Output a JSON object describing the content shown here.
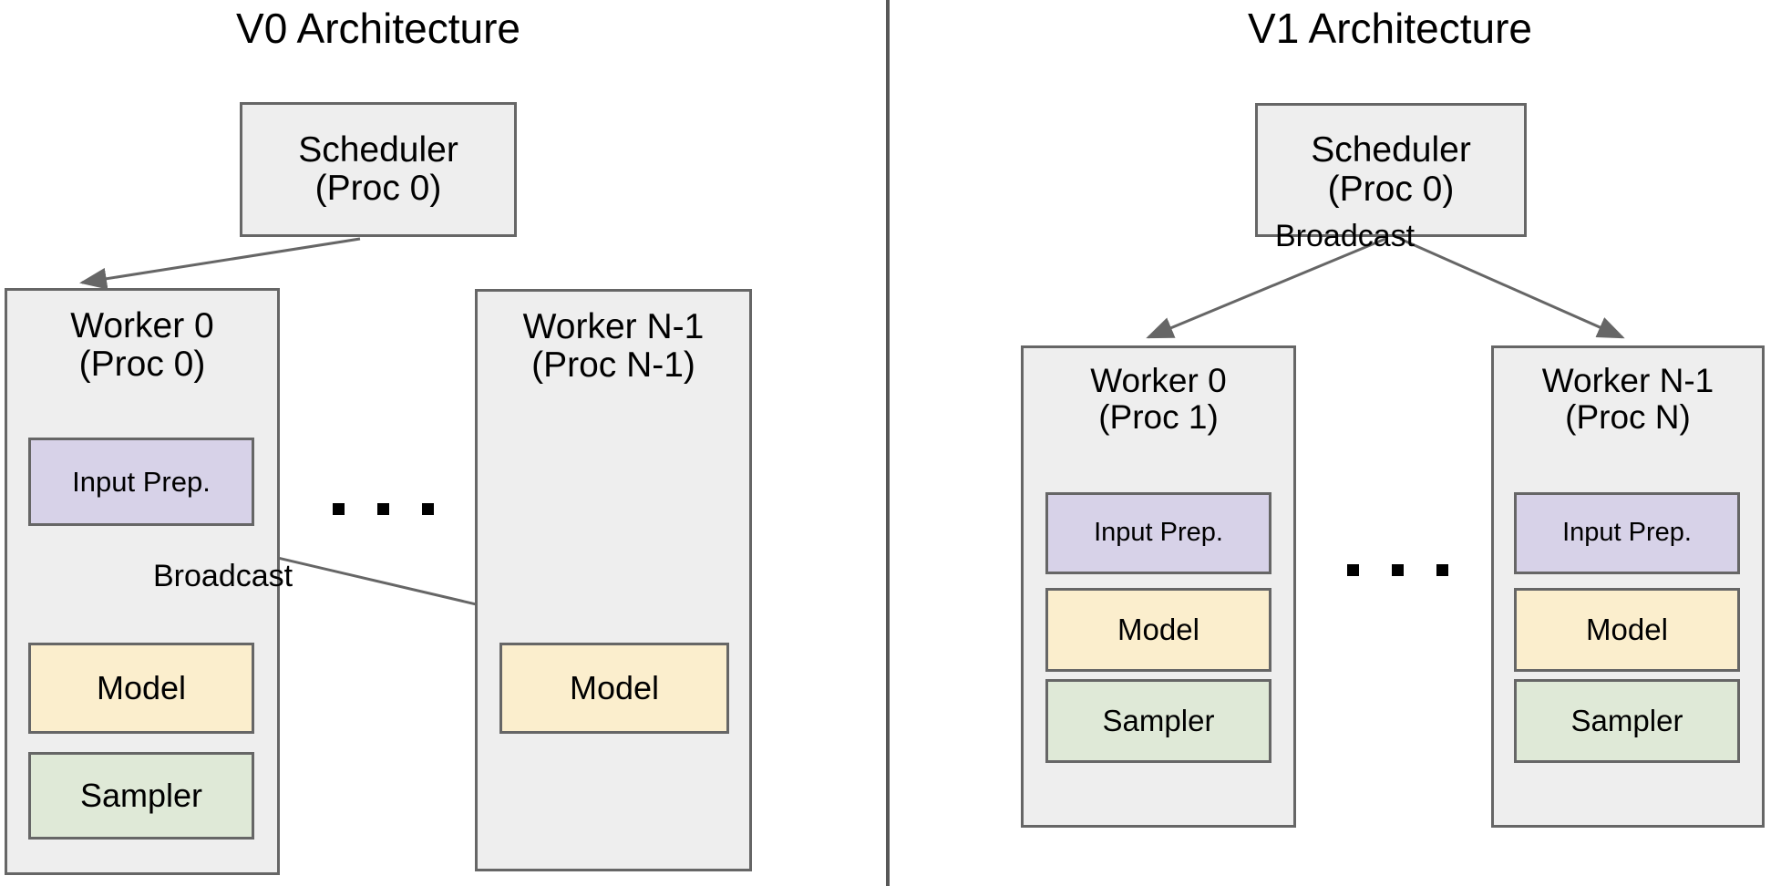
{
  "figure": {
    "title_left": "V0 Architecture",
    "title_right": "V1 Architecture",
    "divider_color": "#585858",
    "arrow_color": "#666666"
  },
  "palette": {
    "container_fill": "#eeeeee",
    "container_stroke": "#666666",
    "input_prep_fill": "#d7d2e8",
    "model_fill": "#fbeecd",
    "sampler_fill": "#dfe9d7",
    "text": "#000000"
  },
  "v0": {
    "title": "V0 Architecture",
    "scheduler": {
      "line1": "Scheduler",
      "line2": "(Proc 0)"
    },
    "worker_0": {
      "line1": "Worker 0",
      "line2": "(Proc 0)",
      "input_prep": "Input Prep.",
      "model": "Model",
      "sampler": "Sampler"
    },
    "worker_n": {
      "line1": "Worker N-1",
      "line2": "(Proc N-1)",
      "model": "Model"
    },
    "broadcast_label": "Broadcast",
    "ellipsis": "..."
  },
  "v1": {
    "title": "V1 Architecture",
    "scheduler": {
      "line1": "Scheduler",
      "line2": "(Proc 0)"
    },
    "broadcast_label": "Broadcast",
    "worker_0": {
      "line1": "Worker 0",
      "line2": "(Proc 1)",
      "input_prep": "Input Prep.",
      "model": "Model",
      "sampler": "Sampler"
    },
    "worker_n": {
      "line1": "Worker N-1",
      "line2": "(Proc N)",
      "input_prep": "Input Prep.",
      "model": "Model",
      "sampler": "Sampler"
    },
    "ellipsis": "..."
  }
}
